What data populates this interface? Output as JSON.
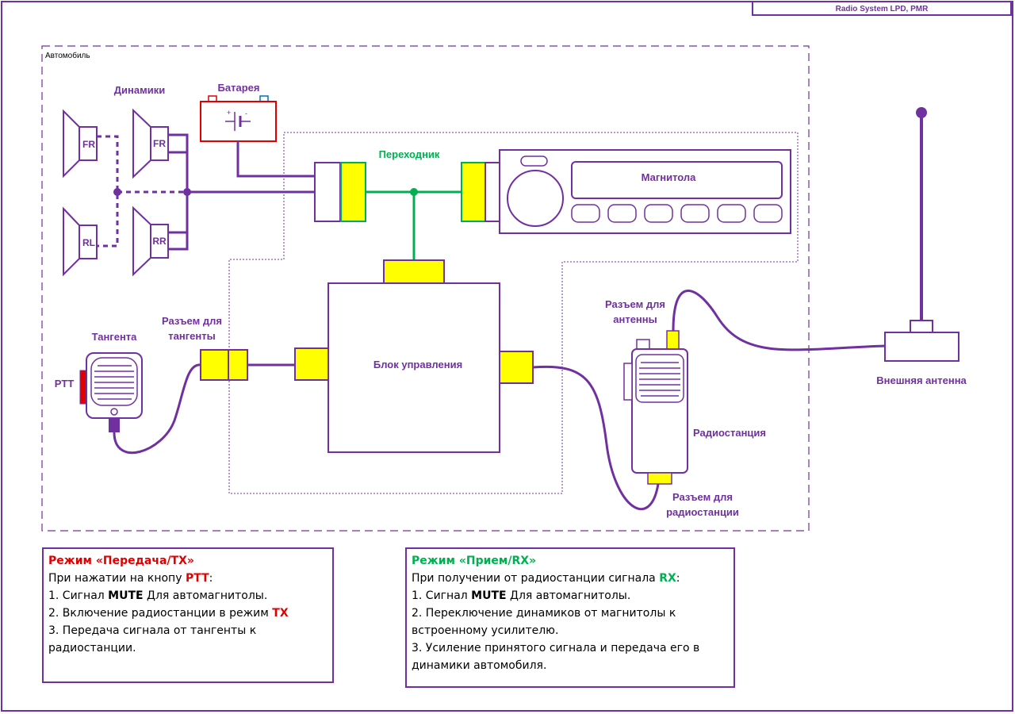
{
  "header": {
    "title": "Radio System LPD, PMR"
  },
  "diagram": {
    "car_label": "Автомобиль",
    "speakers_label": "Динамики",
    "speakers": [
      "FR",
      "FR",
      "RL",
      "RR"
    ],
    "battery_label": "Батарея",
    "adapter_label": "Переходник",
    "radio_label": "Магнитола",
    "control_label": "Блок управления",
    "ptt_conn_label_1": "Разъем для",
    "ptt_conn_label_2": "тангенты",
    "handset_label": "Тангента",
    "ptt_label": "PTT",
    "antenna_conn_label_1": "Разъем для",
    "antenna_conn_label_2": "антенны",
    "transceiver_label": "Радиостанция",
    "radio_conn_label_1": "Разъем для",
    "radio_conn_label_2": "радиостанции",
    "ext_antenna_label": "Внешняя антенна"
  },
  "tx_box": {
    "title": "Режим «Передача/TX»",
    "l1_a": "При нажатии на кнопу ",
    "l1_b": "PTT",
    "l1_c": ":",
    "l2_a": "1. Сигнал ",
    "l2_b": "MUTE",
    "l2_c": " Для автомагнитолы.",
    "l3_a": "2. Включение радиостанции в режим ",
    "l3_b": "TX",
    "l4": "3. Передача сигнала от тангенты к",
    "l5": "радиостанции."
  },
  "rx_box": {
    "title": "Режим «Прием/RX»",
    "l1_a": "При получении от радиостанции сигнала ",
    "l1_b": "RX",
    "l1_c": ":",
    "l2_a": "1. Сигнал ",
    "l2_b": "MUTE",
    "l2_c": " Для автомагнитолы.",
    "l3": "2. Переключение динамиков от магнитолы к",
    "l4": "встроенному усилителю.",
    "l5": "3. Усиление принятого сигнала и передача его в",
    "l6": "динамики автомобиля."
  },
  "colors": {
    "purple": "#7030a0",
    "green": "#00b050",
    "red": "#e00000",
    "yellow": "#ffff00"
  }
}
